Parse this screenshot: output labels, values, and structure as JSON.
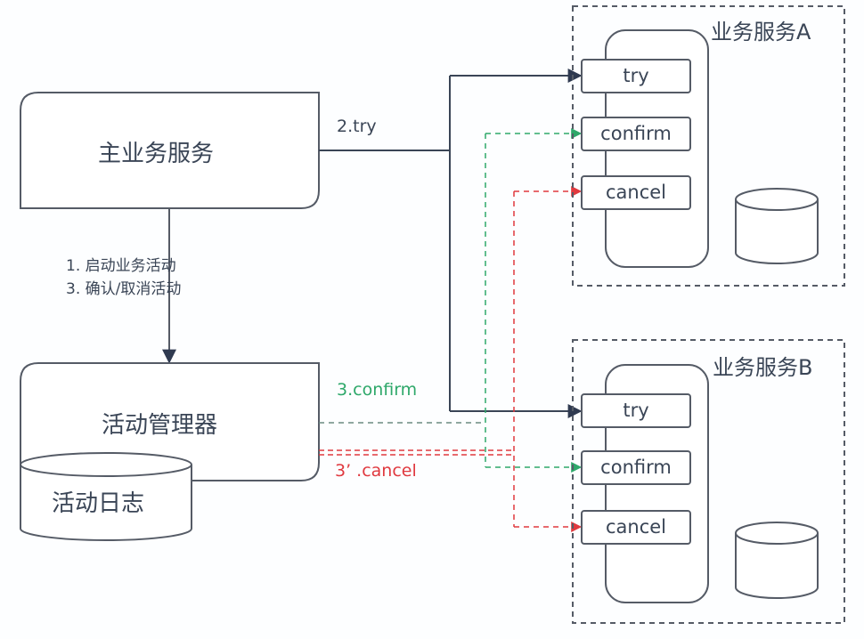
{
  "nodes": {
    "main_service": "主业务服务",
    "activity_manager": "活动管理器",
    "activity_log": "活动日志"
  },
  "steps": {
    "step1": "1. 启动业务活动",
    "step3": "3. 确认/取消活动"
  },
  "edges": {
    "try": "2.try",
    "confirm": "3.confirm",
    "cancel": "3’ .cancel"
  },
  "services": [
    {
      "title": "业务服务A",
      "ops": [
        "try",
        "confirm",
        "cancel"
      ]
    },
    {
      "title": "业务服务B",
      "ops": [
        "try",
        "confirm",
        "cancel"
      ]
    }
  ],
  "colors": {
    "line": "#3a4556",
    "confirm": "#2ea86a",
    "cancel": "#e0393f",
    "dashed_border": "#555b66"
  }
}
